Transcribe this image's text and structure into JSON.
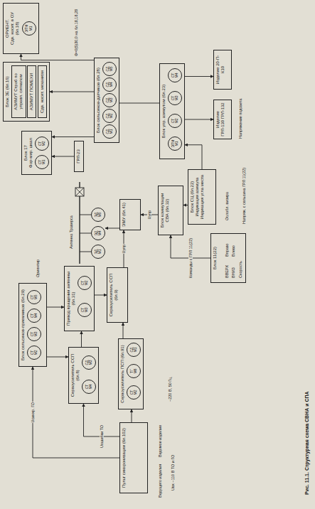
{
  "diagram": {
    "caption": "Рис. 11.1. Структурная схема СВНА и СПА",
    "nodes": [
      {
        "text": [
          "Пульт синхронизации (бл.102)"
        ]
      },
      {
        "text": [
          "Блок сельсинов-приемников (бл.29)"
        ]
      },
      {
        "text": [
          "СТ М2"
        ],
        "in": 1
      },
      {
        "text": [
          "СТ М3"
        ],
        "in": 1
      },
      {
        "text": [
          "СТ М4"
        ],
        "in": 1
      },
      {
        "text": [
          "СТ М5"
        ],
        "in": 1
      },
      {
        "text": [
          "Сервоусилитель ССП (бл.8)"
        ]
      },
      {
        "text": [
          "СТ М4"
        ],
        "in": 6
      },
      {
        "text": [
          "СД М3"
        ],
        "in": 6
      },
      {
        "text": [
          "Сервоусилитель ПСП (бл.91)"
        ]
      },
      {
        "text": [
          "СТ М2"
        ],
        "in": 9
      },
      {
        "text": [
          "ТГ М6"
        ],
        "in": 9
      },
      {
        "text": [
          "СД М1"
        ],
        "in": 9
      },
      {
        "text": [
          "Привод вращения антенны (бл.31)"
        ]
      },
      {
        "text": [
          "СТ М3"
        ],
        "in": 13
      },
      {
        "text": [
          "СТ М2"
        ],
        "in": 13
      },
      {
        "text": [
          "Сервоусилитель ССП (бл.9)"
        ]
      },
      {
        "text": [
          "ЭД М1"
        ]
      },
      {
        "text": [
          "ЭД М4"
        ]
      },
      {
        "text": [
          "ЭД М5"
        ]
      },
      {
        "text": [
          "ЭМУ (бл.41)"
        ]
      },
      {
        "text": [
          "Блок коммутации СВА (бл.32)"
        ]
      },
      {
        "text": [
          "Блок 11(22)"
        ]
      },
      {
        "text": [
          "Блок СЦ (бл.22)",
          "Индикация азимута",
          "Индикация угла места"
        ]
      },
      {
        "text": [
          "Блок 17",
          "Фор-мир. шкал"
        ]
      },
      {
        "text": [
          "СТ М1"
        ],
        "in": 24
      },
      {
        "text": [
          "СТ М2"
        ],
        "in": 24
      },
      {
        "text": [
          "ГРЛ-23"
        ]
      },
      {
        "text": [
          "Блок сельсинов-датчиков (бл.28)"
        ]
      },
      {
        "text": [
          "СД М1"
        ],
        "in": 28
      },
      {
        "text": [
          "СД М2"
        ],
        "in": 28
      },
      {
        "text": [
          "СД М3"
        ],
        "in": 28
      },
      {
        "text": [
          "СД М4"
        ],
        "in": 28
      },
      {
        "text": [
          "СД М5"
        ],
        "in": 28
      },
      {
        "text": [
          "Блок упр. азимутом (бл.23)"
        ]
      },
      {
        "text": [
          "ЭТМ М1"
        ],
        "in": 34
      },
      {
        "text": [
          "СТ М2"
        ],
        "in": 34
      },
      {
        "text": [
          "СТ М3"
        ],
        "in": 34
      },
      {
        "text": [
          "СТ М4"
        ],
        "in": 34
      },
      {
        "text": [
          "Изделие ГРЛ-130 ГРЛ-132"
        ]
      },
      {
        "text": [
          "Изделие 20-П-К10"
        ]
      },
      {
        "text": [
          "Блок ЗЕ (бл.16)"
        ]
      },
      {
        "text": [
          "АЗИМУТ Строб по управл. сигналом"
        ],
        "in": 41
      },
      {
        "text": [
          "АЗИМУТ ПОМЕХИ"
        ],
        "in": 41
      },
      {
        "text": [
          "Сдв. носит. механизм"
        ],
        "in": 41
      },
      {
        "text": [
          "ОРИЕНТ.",
          "Сдв. носит. в ОУ (бл.18)"
        ]
      },
      {
        "text": [
          "ЭТМ М1"
        ],
        "in": 45
      }
    ],
    "edges": [
      {
        "from": 0,
        "to": 1,
        "arrow": "to",
        "label": "Uсинхр. ГО"
      },
      {
        "from": 0,
        "to": 6,
        "arrow": "to",
        "label": "Uошибки ТО"
      },
      {
        "from": 0,
        "to": 9,
        "arrow": "to"
      },
      {
        "from": 1,
        "to": 13,
        "arrow": "to"
      },
      {
        "from": 6,
        "to": 13,
        "arrow": "to"
      },
      {
        "from": 13,
        "to": 16,
        "arrow": "to"
      },
      {
        "from": 16,
        "to": 20,
        "arrow": "to",
        "label": "Uупр"
      },
      {
        "from": 21,
        "to": 20,
        "arrow": "to",
        "label": "Uупр"
      },
      {
        "from": 22,
        "to": 21,
        "arrow": "to",
        "label": "Команды с ГРЛ 11(22)"
      },
      {
        "from": 23,
        "to": 21,
        "arrow": "to"
      },
      {
        "from": 23,
        "to": 34,
        "arrow": "to"
      },
      {
        "from": 28,
        "to": 34,
        "arrow": "none"
      },
      {
        "from": 34,
        "to": 39,
        "arrow": "to"
      },
      {
        "from": 34,
        "to": 40,
        "arrow": "to"
      },
      {
        "from": 28,
        "to": 41,
        "arrow": "to"
      },
      {
        "from": 28,
        "to": 24,
        "arrow": "to"
      },
      {
        "from": 28,
        "to": 45,
        "arrow": "to"
      },
      {
        "from": 27,
        "to": 24,
        "arrow": "to"
      },
      {
        "from": 20,
        "to": 18,
        "arrow": "to"
      },
      {
        "from": 9,
        "to": 16,
        "arrow": "to"
      },
      {
        "from": 1,
        "to": 6,
        "arrow": "to"
      }
    ],
    "labels": [
      "Антенна Траверса",
      "Ориентир",
      "~220 В, 50 Гц",
      "Ведущего изделия",
      "Ведомое изделие",
      "Uвх ~110 В ТО и ГО",
      "ВВЕРХ",
      "ВНИЗ",
      "Вправо",
      "Влево",
      "Скорость",
      "Ослабл. визира",
      "Напряж. с сельсина ГРЛ 11(22)",
      "Напряжение подсвета",
      "Ф=0(5)30,0 на бл.18,18,28"
    ]
  }
}
